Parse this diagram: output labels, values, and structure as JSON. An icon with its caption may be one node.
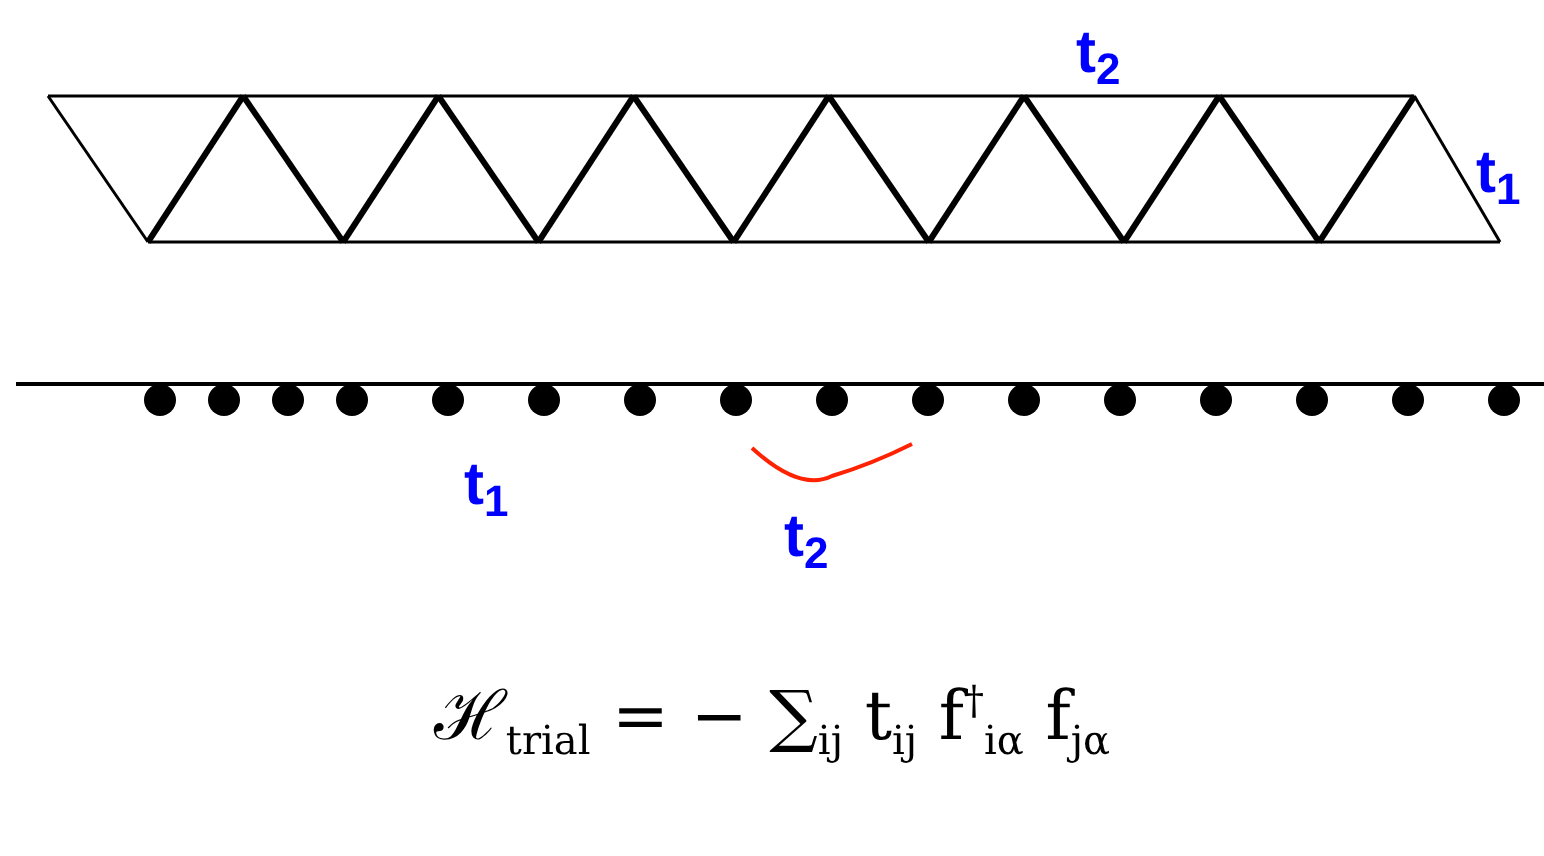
{
  "diagram": {
    "labels": [
      "t$_{2}$",
      "t$_{1}$",
      "t$_{1}$",
      "t$_{2}$",
      "ℋ$_{trial}$ = − ∑$_{ij}$ t$_{ij}$ f$^{†}$$_{iα}$ f$_{jα}$"
    ]
  }
}
